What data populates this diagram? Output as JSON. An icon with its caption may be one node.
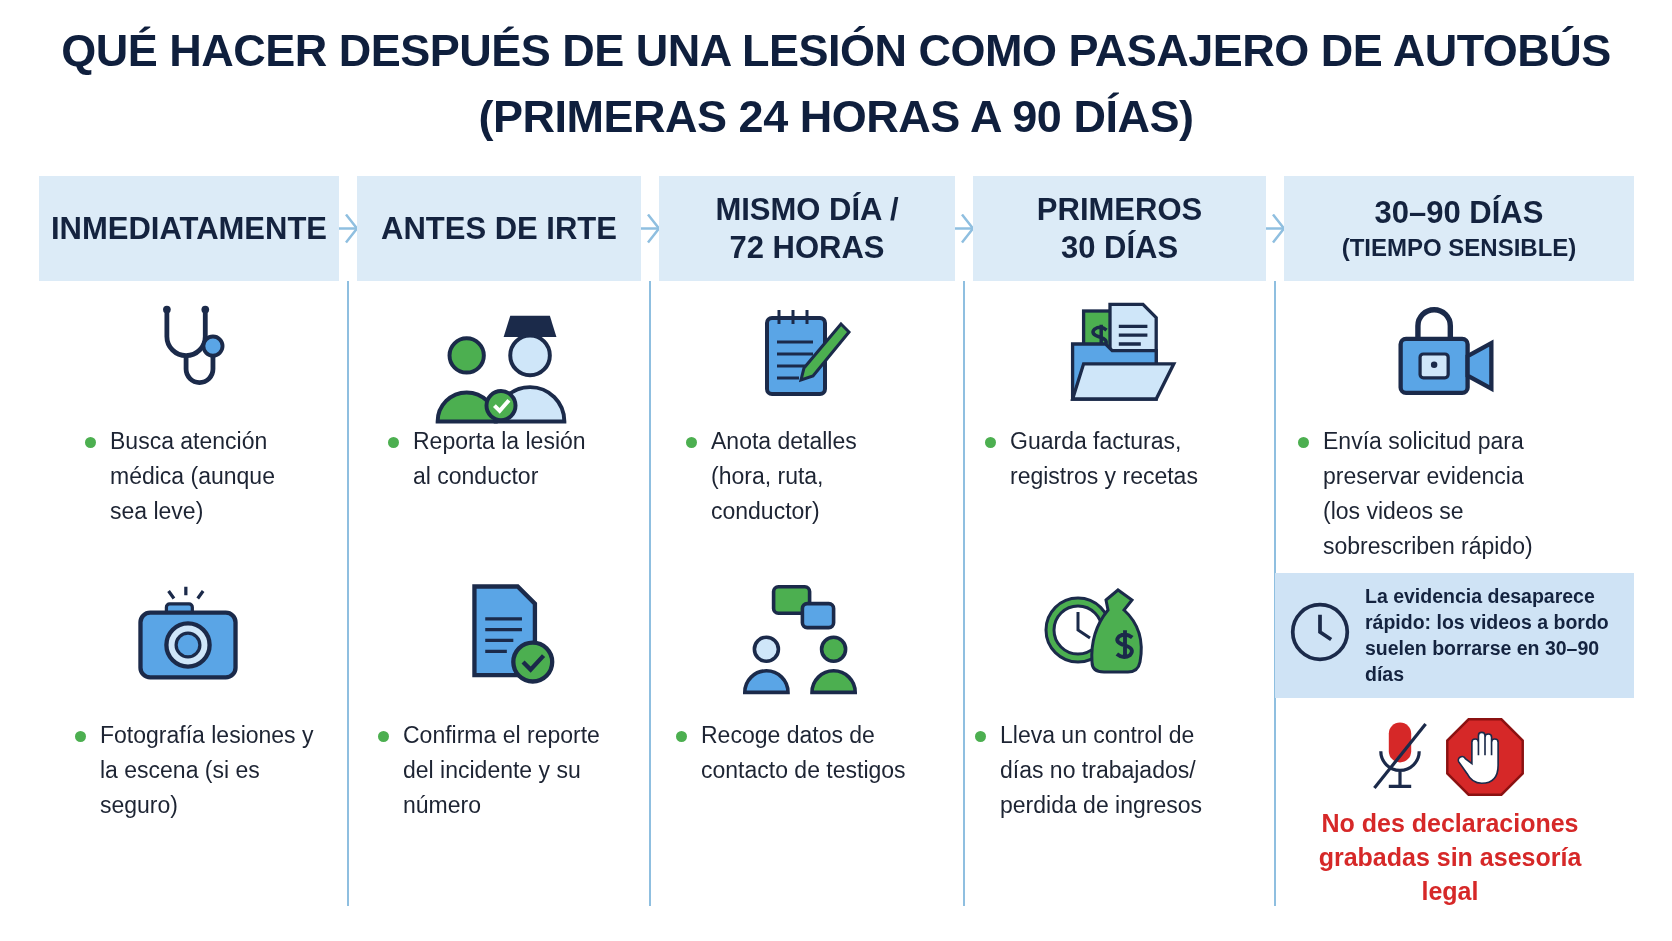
{
  "diagram": {
    "title": "QUÉ HACER DESPUÉS DE UNA LESIÓN COMO PASAJERO DE AUTOBÚS (PRIMERAS 24 HORAS A 90 DÍAS)",
    "nodes": [
      {
        "text": [
          "INMEDIATAMENTE"
        ]
      },
      {
        "text": [
          "ANTES DE IRTE"
        ]
      },
      {
        "text": [
          "MISMO DÍA / 72 HORAS"
        ]
      },
      {
        "text": [
          "PRIMEROS 30 DÍAS"
        ]
      },
      {
        "text": [
          "30–90 DÍAS",
          "(TIEMPO SENSIBLE)"
        ]
      },
      {
        "text": [
          "La evidencia desaparece rápido: los videos a bordo suelen borrarse en 30–90 días"
        ]
      }
    ],
    "edges": [
      {
        "from": 0,
        "to": 1,
        "arrow": "to"
      },
      {
        "from": 1,
        "to": 2,
        "arrow": "to"
      },
      {
        "from": 2,
        "to": 3,
        "arrow": "to"
      },
      {
        "from": 3,
        "to": 4,
        "arrow": "to"
      }
    ],
    "labels": [
      "Busca atención médica (aunque sea leve)",
      "Fotografía lesiones y la escena (si es seguro)",
      "Reporta la lesión al conductor",
      "Confirma el reporte del incidente y su número",
      "Anota detalles (hora, ruta, conductor)",
      "Recoge datos de contacto de testigos",
      "Guarda facturas, registros y recetas",
      "Lleva un control de días no trabajados/ perdida de ingresos",
      "Envía solicitud para preservar evidencia (los videos se sobrescriben rápido)",
      "No des declaraciones grabadas sin asesoría legal"
    ]
  }
}
